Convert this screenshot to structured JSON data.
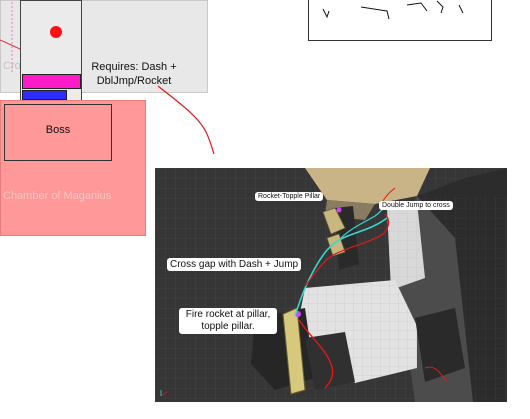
{
  "map": {
    "crossroads_label": "Crossroads",
    "chamber_label": "Chamber of Maganius",
    "boss_label": "Boss",
    "requirement_note": "Requires: Dash + DblJmp/Rocket"
  },
  "screenshot": {
    "callouts": {
      "rocket_topple_pillar": "Rocket-Topple Pillar",
      "double_jump": "Double Jump to cross",
      "cross_gap": "Cross gap with Dash + Jump",
      "fire_rocket": "Fire rocket at pillar, topple pillar."
    }
  },
  "colors": {
    "chamber_fill": "#ff9898",
    "upgrade_magenta": "#ff1cc8",
    "upgrade_blue": "#2c2cff",
    "marker_red": "#ff1010",
    "annotation_red": "#e01818",
    "path_cyan": "#36d8d0"
  }
}
